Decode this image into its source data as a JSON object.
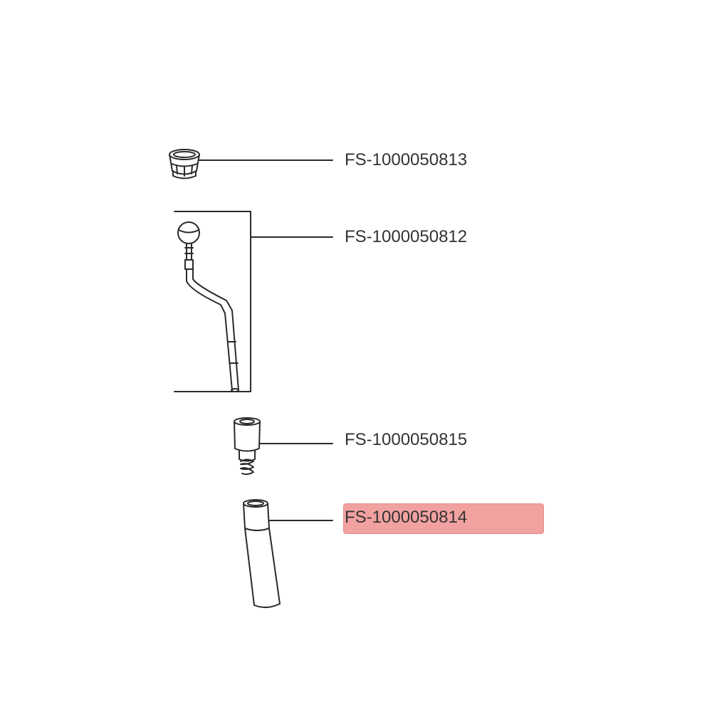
{
  "parts": [
    {
      "id": "cap",
      "label": "FS-1000050813",
      "highlighted": false
    },
    {
      "id": "steam-wand",
      "label": "FS-1000050812",
      "highlighted": false
    },
    {
      "id": "valve-spring",
      "label": "FS-1000050815",
      "highlighted": false
    },
    {
      "id": "tube",
      "label": "FS-1000050814",
      "highlighted": true
    }
  ],
  "colors": {
    "line": "#2a2a2a",
    "label_text": "#333333",
    "highlight_fill": "#f08a8a",
    "highlight_border": "#e07070"
  }
}
